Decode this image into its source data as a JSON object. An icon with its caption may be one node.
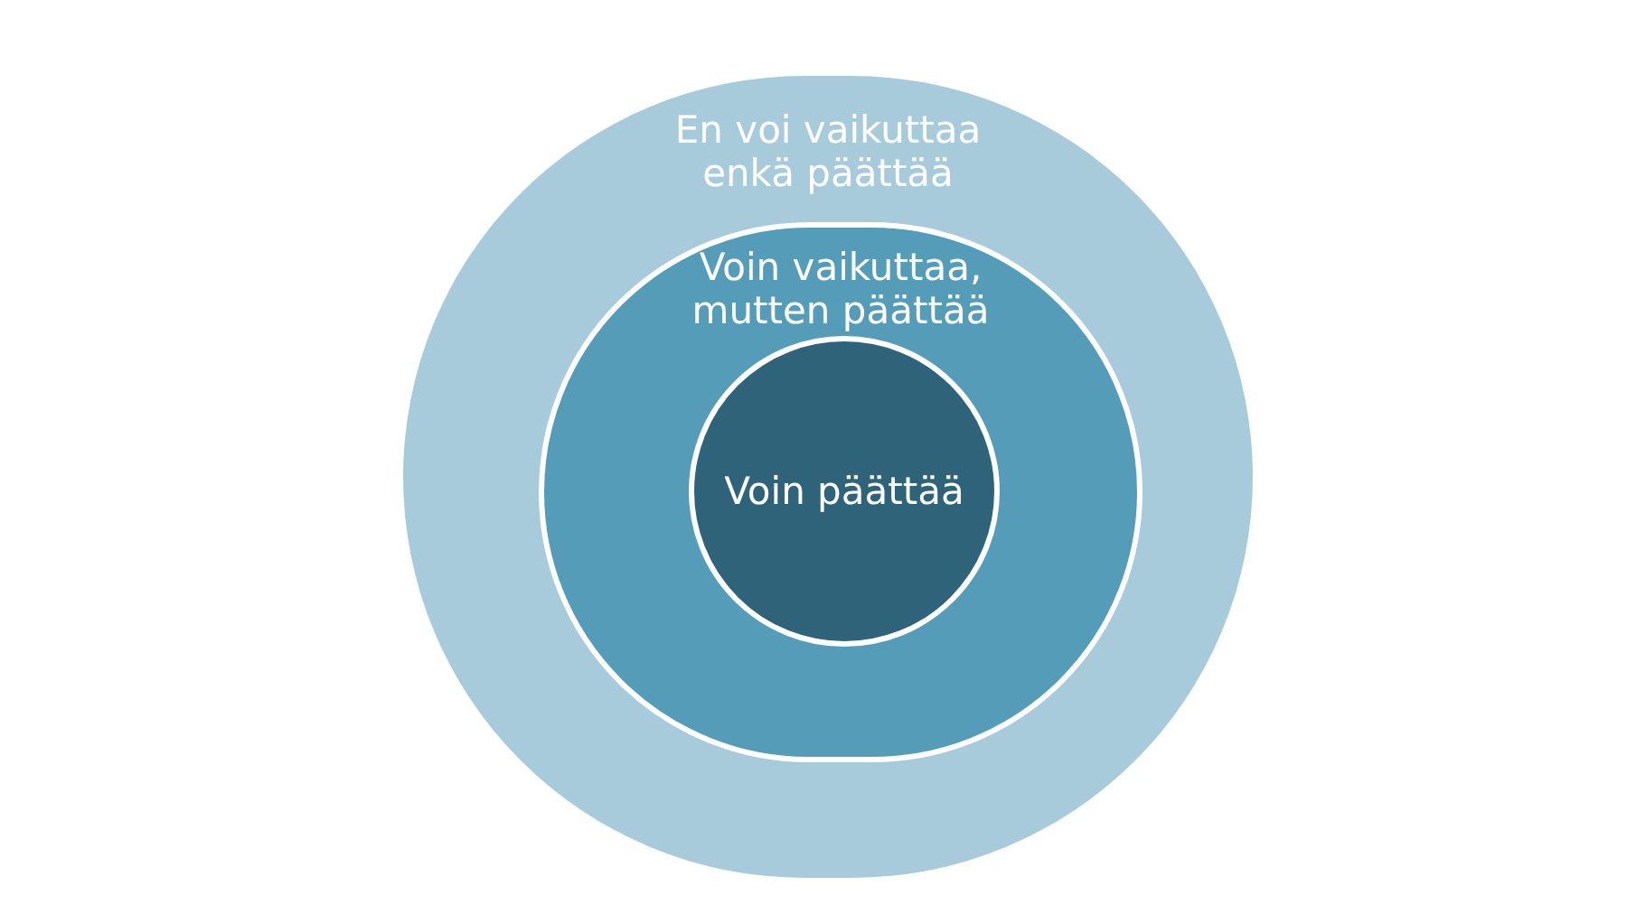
{
  "diagram": {
    "nodes": [
      {
        "text": [
          "En voi vaikuttaa enkä päättää"
        ]
      },
      {
        "text": [
          "Voin vaikuttaa, mutten päättää"
        ],
        "in": 0
      },
      {
        "text": [
          "Voin päättää"
        ],
        "in": 1
      }
    ]
  }
}
